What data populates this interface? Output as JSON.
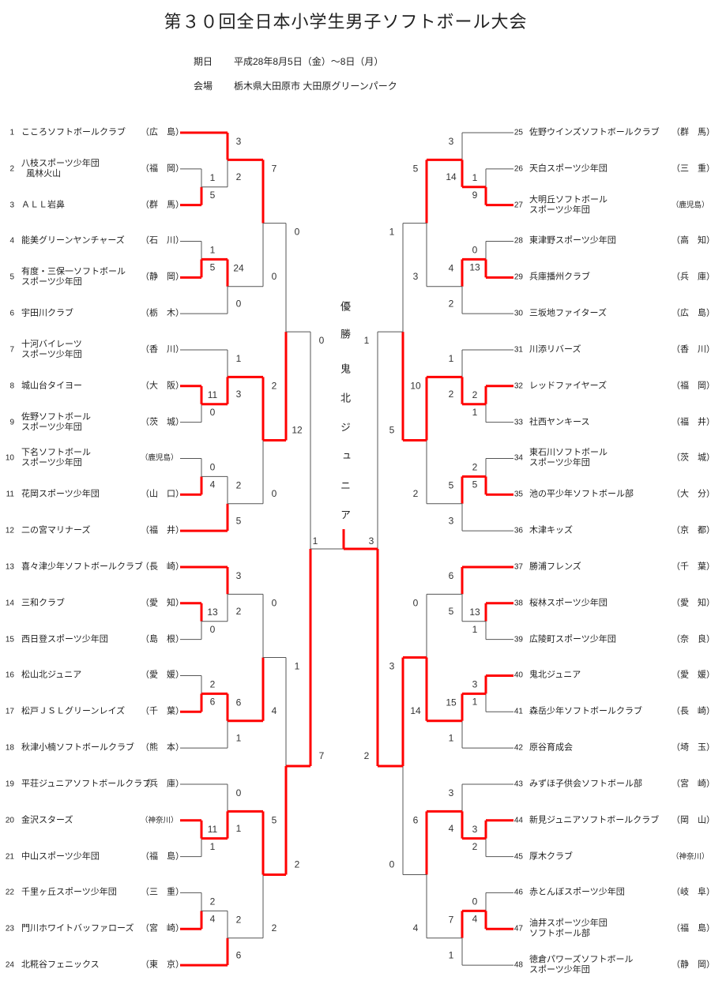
{
  "header": {
    "title": "第３０回全日本小学生男子ソフトボール大会",
    "date_label": "期日",
    "date_value": "平成28年8月5日（金）～8日（月）",
    "venue_label": "会場",
    "venue_value": "栃木県大田原市 大田原グリーンパーク"
  },
  "champion": {
    "label": "優勝",
    "name": "鬼北ジュニア"
  },
  "colors": {
    "winner_line": "#ff0000",
    "line": "#555555"
  },
  "teams_left": [
    {
      "no": "1",
      "name": "こころソフトボールクラブ",
      "pref": "（広　島）"
    },
    {
      "no": "2",
      "name": "八枝スポーツ少年団\n  風林火山",
      "pref": "（福　岡）"
    },
    {
      "no": "3",
      "name": "ＡＬＬ岩鼻",
      "pref": "（群　馬）"
    },
    {
      "no": "4",
      "name": "能美グリーンヤンチャーズ",
      "pref": "（石　川）"
    },
    {
      "no": "5",
      "name": "有度・三保一ソフトボール\nスポーツ少年団",
      "pref": "（静　岡）"
    },
    {
      "no": "6",
      "name": "宇田川クラブ",
      "pref": "（栃　木）"
    },
    {
      "no": "7",
      "name": "十河バイレーツ\nスポーツ少年団",
      "pref": "（香　川）"
    },
    {
      "no": "8",
      "name": "城山台タイヨー",
      "pref": "（大　阪）"
    },
    {
      "no": "9",
      "name": "佐野ソフトボール\nスポーツ少年団",
      "pref": "（茨　城）"
    },
    {
      "no": "10",
      "name": "下名ソフトボール\nスポーツ少年団",
      "pref": "（鹿児島）"
    },
    {
      "no": "11",
      "name": "花岡スポーツ少年団",
      "pref": "（山　口）"
    },
    {
      "no": "12",
      "name": "二の宮マリナーズ",
      "pref": "（福　井）"
    },
    {
      "no": "13",
      "name": "喜々津少年ソフトボールクラブ",
      "pref": "（長　崎）"
    },
    {
      "no": "14",
      "name": "三和クラブ",
      "pref": "（愛　知）"
    },
    {
      "no": "15",
      "name": "西日登スポーツ少年団",
      "pref": "（島　根）"
    },
    {
      "no": "16",
      "name": "松山北ジュニア",
      "pref": "（愛　媛）"
    },
    {
      "no": "17",
      "name": "松戸ＪＳＬグリーンレイズ",
      "pref": "（千　葉）"
    },
    {
      "no": "18",
      "name": "秋津小楠ソフトボールクラブ",
      "pref": "（熊　本）"
    },
    {
      "no": "19",
      "name": "平荘ジュニアソフトボールクラブ",
      "pref": "（兵　庫）"
    },
    {
      "no": "20",
      "name": "金沢スターズ",
      "pref": "（神奈川）"
    },
    {
      "no": "21",
      "name": "中山スポーツ少年団",
      "pref": "（福　島）"
    },
    {
      "no": "22",
      "name": "千里ヶ丘スポーツ少年団",
      "pref": "（三　重）"
    },
    {
      "no": "23",
      "name": "門川ホワイトバッファローズ",
      "pref": "（宮　崎）"
    },
    {
      "no": "24",
      "name": "北糀谷フェニックス",
      "pref": "（東　京）"
    }
  ],
  "teams_right": [
    {
      "no": "25",
      "name": "佐野ウインズソフトボールクラブ",
      "pref": "（群　馬）"
    },
    {
      "no": "26",
      "name": "天白スポーツ少年団",
      "pref": "（三　重）"
    },
    {
      "no": "27",
      "name": "大明丘ソフトボール\nスポーツ少年団",
      "pref": "（鹿児島）"
    },
    {
      "no": "28",
      "name": "東津野スポーツ少年団",
      "pref": "（高　知）"
    },
    {
      "no": "29",
      "name": "兵庫播州クラブ",
      "pref": "（兵　庫）"
    },
    {
      "no": "30",
      "name": "三坂地ファイターズ",
      "pref": "（広　島）"
    },
    {
      "no": "31",
      "name": "川添リバーズ",
      "pref": "（香　川）"
    },
    {
      "no": "32",
      "name": "レッドファイヤーズ",
      "pref": "（福　岡）"
    },
    {
      "no": "33",
      "name": "社西ヤンキース",
      "pref": "（福　井）"
    },
    {
      "no": "34",
      "name": "東石川ソフトボール\nスポーツ少年団",
      "pref": "（茨　城）"
    },
    {
      "no": "35",
      "name": "池の平少年ソフトボール部",
      "pref": "（大　分）"
    },
    {
      "no": "36",
      "name": "木津キッズ",
      "pref": "（京　都）"
    },
    {
      "no": "37",
      "name": "勝浦フレンズ",
      "pref": "（千　葉）"
    },
    {
      "no": "38",
      "name": "桜林スポーツ少年団",
      "pref": "（愛　知）"
    },
    {
      "no": "39",
      "name": "広陵町スポーツ少年団",
      "pref": "（奈　良）"
    },
    {
      "no": "40",
      "name": "鬼北ジュニア",
      "pref": "（愛　媛）"
    },
    {
      "no": "41",
      "name": "森岳少年ソフトボールクラブ",
      "pref": "（長　崎）"
    },
    {
      "no": "42",
      "name": "原谷育成会",
      "pref": "（埼　玉）"
    },
    {
      "no": "43",
      "name": "みずほ子供会ソフトボール部",
      "pref": "（宮　崎）"
    },
    {
      "no": "44",
      "name": "新見ジュニアソフトボールクラブ",
      "pref": "（岡　山）"
    },
    {
      "no": "45",
      "name": "厚木クラブ",
      "pref": "（神奈川）"
    },
    {
      "no": "46",
      "name": "赤とんぼスポーツ少年団",
      "pref": "（岐　阜）"
    },
    {
      "no": "47",
      "name": "油井スポーツ少年団\nソフトボール部",
      "pref": "（福　島）"
    },
    {
      "no": "48",
      "name": "徳倉パワーズソフトボール\nスポーツ少年団",
      "pref": "（静　岡）"
    }
  ],
  "results": {
    "left": {
      "groups": [
        {
          "r1": [
            1,
            5
          ],
          "r2": [
            3,
            2
          ]
        },
        {
          "r1": [
            1,
            5
          ],
          "r2": [
            24,
            0
          ]
        },
        {
          "r1": [
            11,
            0
          ],
          "r2": [
            1,
            3
          ]
        },
        {
          "r1": [
            0,
            4
          ],
          "r2": [
            2,
            5
          ]
        },
        {
          "r1": [
            13,
            0
          ],
          "r2": [
            3,
            2
          ]
        },
        {
          "r1": [
            2,
            6
          ],
          "r2": [
            6,
            1
          ]
        },
        {
          "r1": [
            11,
            1
          ],
          "r2": [
            0,
            1
          ]
        },
        {
          "r1": [
            2,
            4
          ],
          "r2": [
            2,
            6
          ]
        }
      ],
      "r3": [
        [
          7,
          0
        ],
        [
          2,
          0
        ],
        [
          0,
          4
        ],
        [
          5,
          2
        ]
      ],
      "r4": [
        [
          0,
          12
        ],
        [
          1,
          2
        ]
      ],
      "semi": [
        0,
        7
      ]
    },
    "right": {
      "groups": [
        {
          "r1": [
            1,
            9
          ],
          "r2": [
            3,
            14
          ]
        },
        {
          "r1": [
            0,
            13
          ],
          "r2": [
            4,
            2
          ]
        },
        {
          "r1": [
            2,
            1
          ],
          "r2": [
            1,
            2
          ]
        },
        {
          "r1": [
            2,
            5
          ],
          "r2": [
            5,
            3
          ]
        },
        {
          "r1": [
            13,
            1
          ],
          "r2": [
            6,
            5
          ]
        },
        {
          "r1": [
            3,
            1
          ],
          "r2": [
            15,
            1
          ]
        },
        {
          "r1": [
            3,
            2
          ],
          "r2": [
            3,
            4
          ]
        },
        {
          "r1": [
            0,
            4
          ],
          "r2": [
            7,
            1
          ]
        }
      ],
      "r3": [
        [
          5,
          3
        ],
        [
          10,
          2
        ],
        [
          0,
          14
        ],
        [
          6,
          4
        ]
      ],
      "r4": [
        [
          1,
          5
        ],
        [
          3,
          0
        ]
      ],
      "semi": [
        1,
        2
      ]
    },
    "final": [
      1,
      3
    ]
  }
}
